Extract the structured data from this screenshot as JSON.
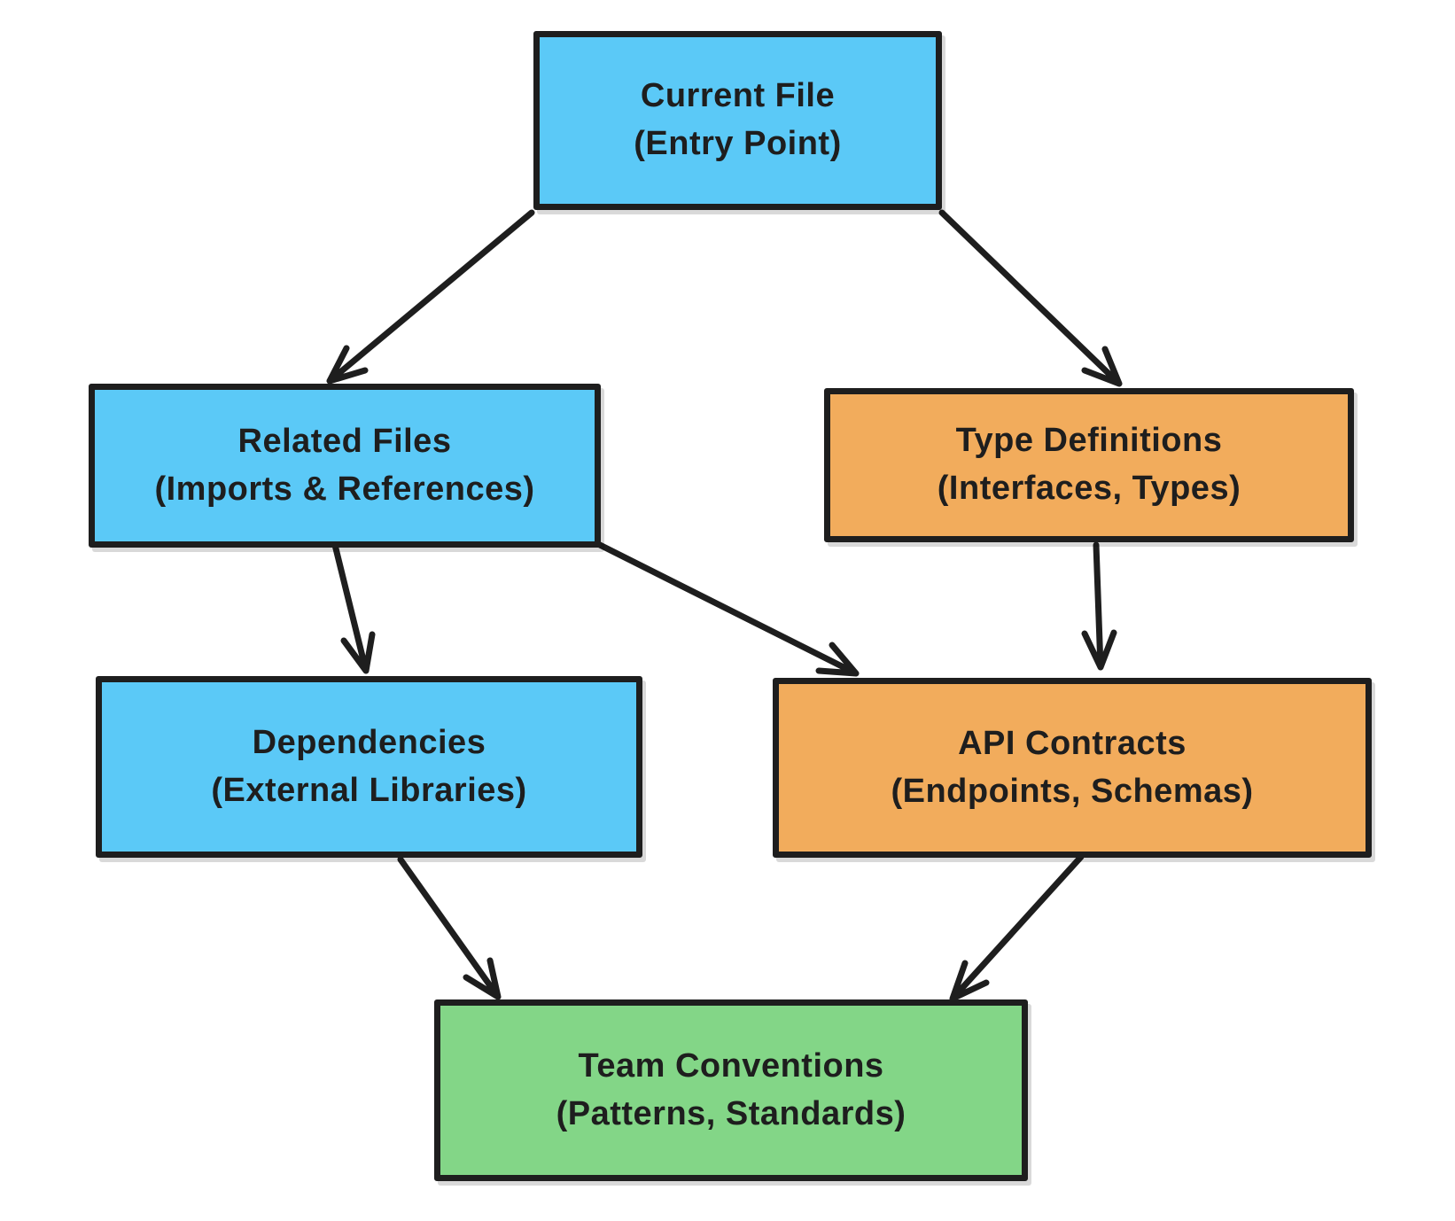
{
  "diagram": {
    "nodes": [
      {
        "id": "current-file",
        "title": "Current File",
        "subtitle": "(Entry Point)",
        "color_key": "blue",
        "fill": "#5bc9f7"
      },
      {
        "id": "related-files",
        "title": "Related Files",
        "subtitle": "(Imports & References)",
        "color_key": "blue",
        "fill": "#5bc9f7"
      },
      {
        "id": "type-definitions",
        "title": "Type Definitions",
        "subtitle": "(Interfaces, Types)",
        "color_key": "orange",
        "fill": "#f2ac5c"
      },
      {
        "id": "dependencies",
        "title": "Dependencies",
        "subtitle": "(External Libraries)",
        "color_key": "blue",
        "fill": "#5bc9f7"
      },
      {
        "id": "api-contracts",
        "title": "API Contracts",
        "subtitle": "(Endpoints, Schemas)",
        "color_key": "orange",
        "fill": "#f2ac5c"
      },
      {
        "id": "team-conventions",
        "title": "Team Conventions",
        "subtitle": "(Patterns, Standards)",
        "color_key": "green",
        "fill": "#83d687"
      }
    ],
    "edges": [
      {
        "from": "current-file",
        "to": "related-files"
      },
      {
        "from": "current-file",
        "to": "type-definitions"
      },
      {
        "from": "related-files",
        "to": "dependencies"
      },
      {
        "from": "related-files",
        "to": "api-contracts"
      },
      {
        "from": "type-definitions",
        "to": "api-contracts"
      },
      {
        "from": "dependencies",
        "to": "team-conventions"
      },
      {
        "from": "api-contracts",
        "to": "team-conventions"
      }
    ],
    "colors": {
      "blue": "#5bc9f7",
      "orange": "#f2ac5c",
      "green": "#83d687",
      "stroke": "#1e1e1e",
      "background": "#ffffff"
    }
  }
}
